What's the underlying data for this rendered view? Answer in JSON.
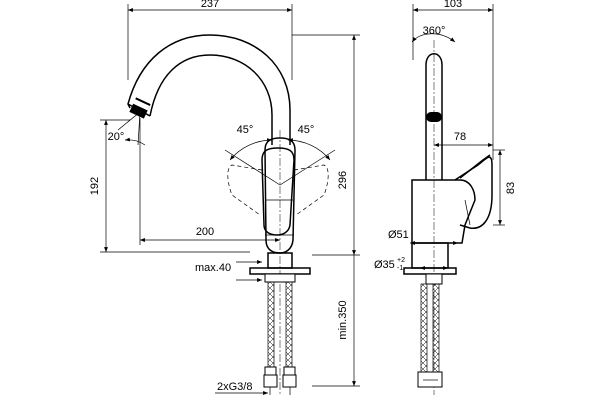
{
  "drawing": {
    "front_view": {
      "width_top": "237",
      "spout_angle": "20°",
      "lever_angle_left": "45°",
      "lever_angle_right": "45°",
      "height_spout": "192",
      "reach": "200",
      "height_total": "296",
      "max_thickness": "max.40",
      "min_length": "min.350",
      "connection": "2xG3/8"
    },
    "side_view": {
      "width_top": "103",
      "rotation": "360°",
      "lever_depth": "78",
      "lever_height": "83",
      "base_diameter": "Ø51",
      "hole_diameter": "Ø35",
      "hole_tol_upper": "+2",
      "hole_tol_lower": "-1"
    }
  }
}
